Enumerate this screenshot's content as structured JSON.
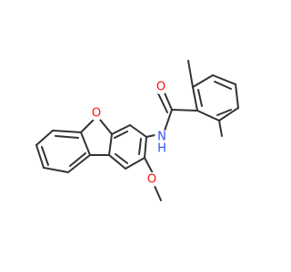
{
  "molecule": {
    "colors": {
      "bond": "#333333",
      "oxygen": "#ff0d0d",
      "nitrogen": "#3050f8",
      "background": "#ffffff"
    },
    "atom_labels": {
      "furan_oxygen": "O",
      "amide_oxygen": "O",
      "amide_nitrogen": "N",
      "amide_hydrogen": "H",
      "methoxy_oxygen": "O"
    }
  }
}
